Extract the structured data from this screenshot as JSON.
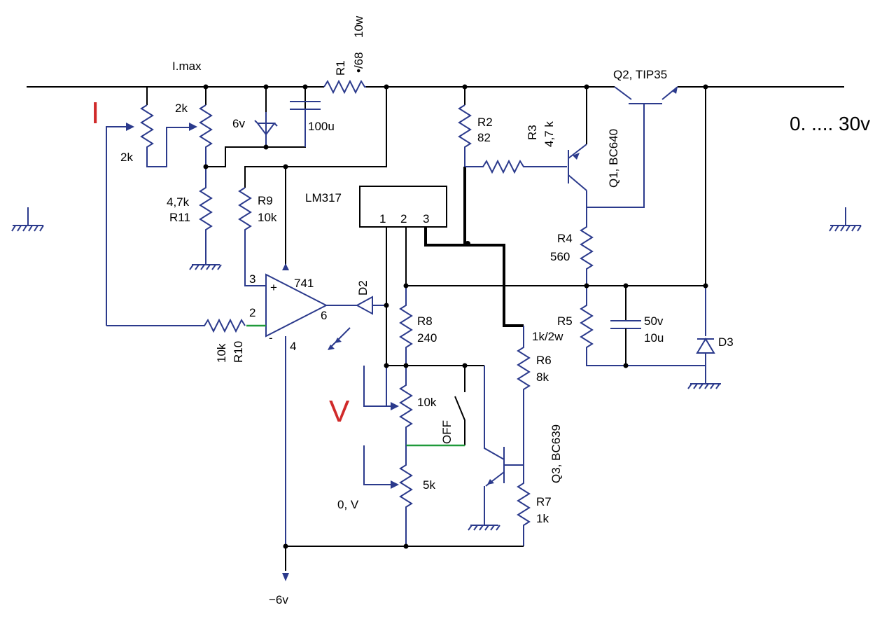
{
  "labels": {
    "imax": "I.max",
    "r1_name": "R1",
    "r1_value": "•/68",
    "r1_power": "10w",
    "q2": "Q2, TIP35",
    "output": "0. .... 30v",
    "current_mark": "I",
    "pot_imax_top": "2k",
    "pot_imax_left": "2k",
    "zener": "6v",
    "cap_100u": "100u",
    "r2_name": "R2",
    "r2_value": "82",
    "r3_name": "R3",
    "r3_value": "4,7 k",
    "q1": "Q1, BC640",
    "lm317": "LM317",
    "pin1": "1",
    "pin2": "2",
    "pin3": "3",
    "r11_value": "4,7k",
    "r11_name": "R11",
    "r9_name": "R9",
    "r9_value": "10k",
    "r4_name": "R4",
    "r4_value": "560",
    "opamp_plus": "+",
    "opamp_minus": "-",
    "opamp_pin3": "3",
    "opamp_pin2": "2",
    "opamp_pin6": "6",
    "opamp_pin4": "4",
    "opamp_name": "741",
    "d2": "D2",
    "r10_value": "10k",
    "r10_name": "R10",
    "r8_name": "R8",
    "r8_value": "240",
    "r5_name": "R5",
    "r5_value": "1k/2w",
    "c_50v": "50v",
    "c_10u": "10u",
    "d3": "D3",
    "r6_name": "R6",
    "r6_value": "8k",
    "voltage_mark": "V",
    "pot_v": "10k",
    "switch_off": "OFF",
    "q3": "Q3, BC639",
    "pot_zero": "5k",
    "zero_v": "0, V",
    "r7_name": "R7",
    "r7_value": "1k",
    "neg_supply": "−6v"
  }
}
